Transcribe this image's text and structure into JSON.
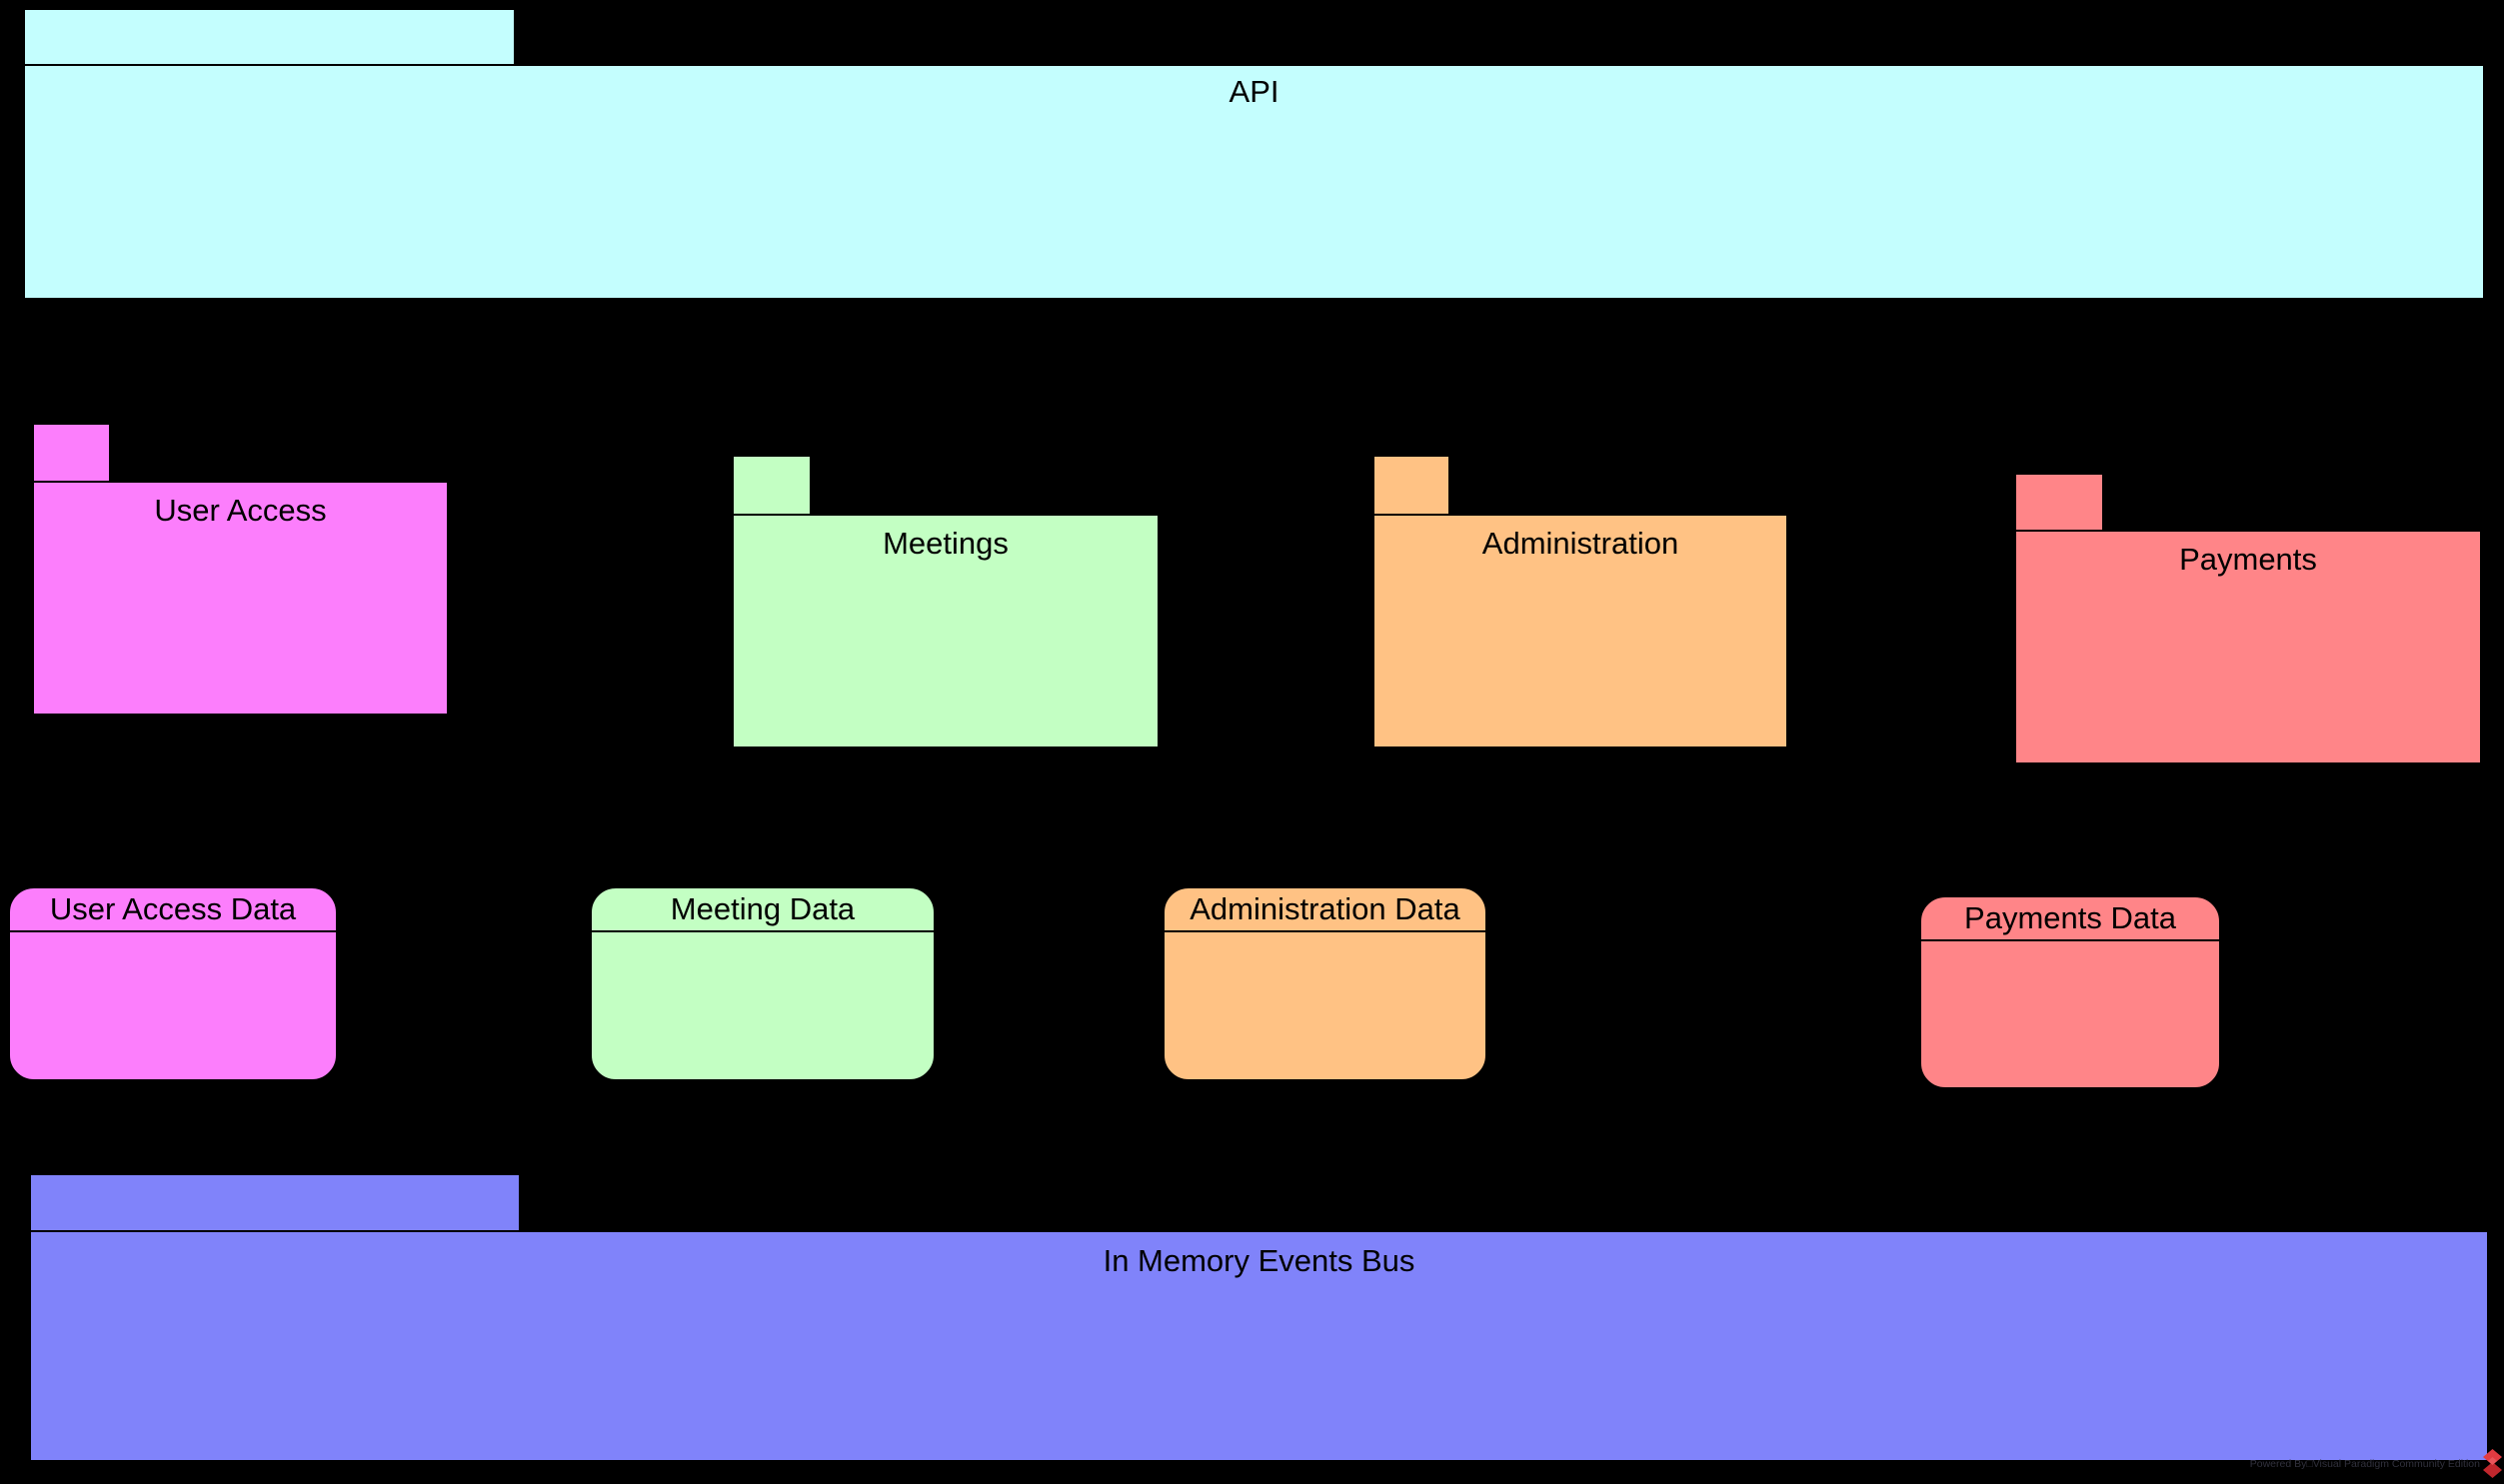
{
  "canvas": {
    "background": "#000000"
  },
  "packages": {
    "api": {
      "label": "API",
      "color": "#C4FEFE"
    },
    "user_access": {
      "label": "User Access",
      "color": "#FC7EFC"
    },
    "meetings": {
      "label": "Meetings",
      "color": "#C3FFC3"
    },
    "administration": {
      "label": "Administration",
      "color": "#FFC284"
    },
    "payments": {
      "label": "Payments",
      "color": "#FF8588"
    },
    "events_bus": {
      "label": "In Memory Events Bus",
      "color": "#8083FA"
    }
  },
  "data_stores": {
    "user_access_data": {
      "label": "User Access Data",
      "color": "#FC7EFC"
    },
    "meeting_data": {
      "label": "Meeting Data",
      "color": "#C3FFC3"
    },
    "administration_data": {
      "label": "Administration Data",
      "color": "#FFC284"
    },
    "payments_data": {
      "label": "Payments Data",
      "color": "#FF8588"
    }
  },
  "watermark": {
    "text": "Powered By□Visual Paradigm Community Edition",
    "text_color": "#31313d",
    "logo_colors": {
      "top": "#E23B41",
      "bottom": "#C0272D"
    }
  }
}
